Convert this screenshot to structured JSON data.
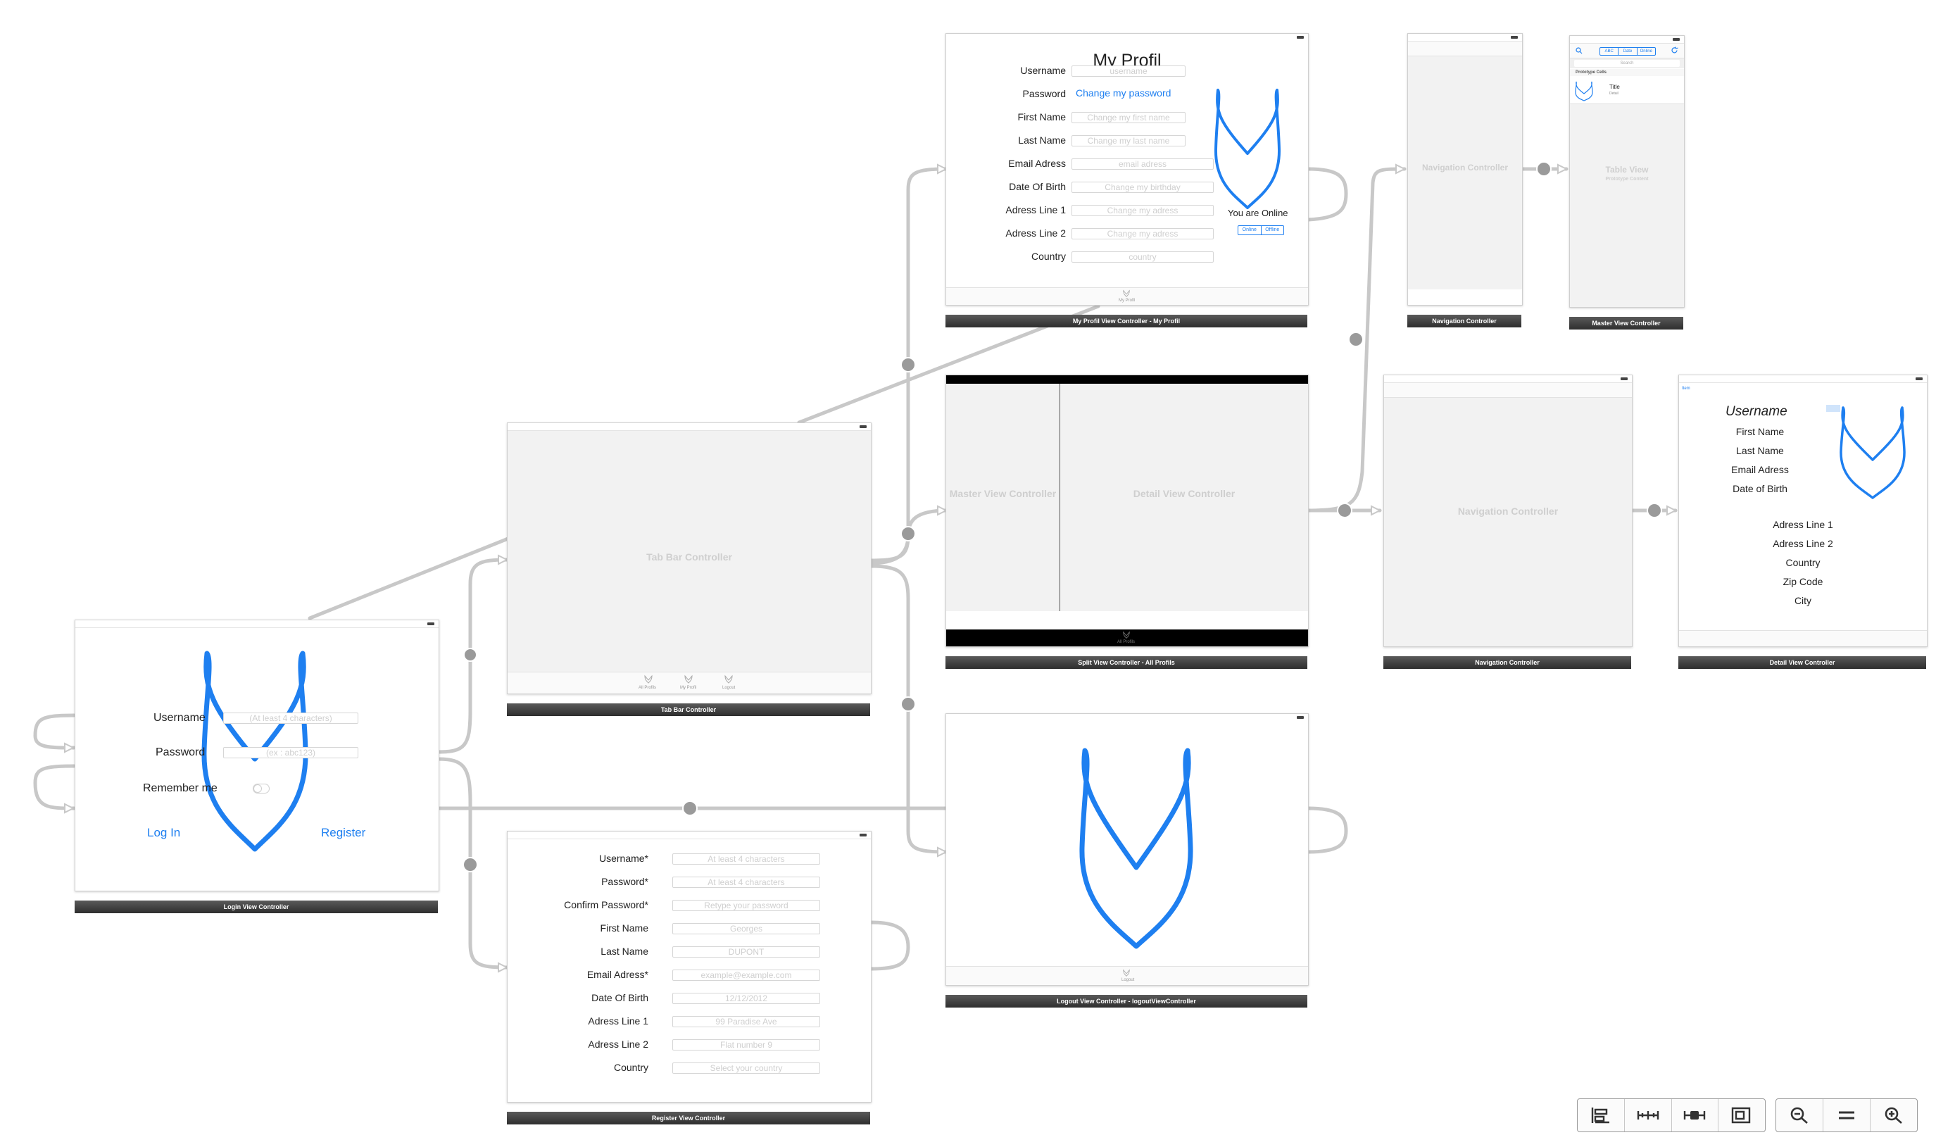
{
  "colors": {
    "accent": "#1e7ff0",
    "canvas": "#ffffff",
    "wire": "#c8c8c8",
    "titlebar": "#3a3a3a"
  },
  "scenes": {
    "login": {
      "title": "Login View Controller",
      "username_label": "Username",
      "username_placeholder": "(At least 4 characters)",
      "password_label": "Password",
      "password_placeholder": "(ex : abc123)",
      "remember_label": "Remember me",
      "login_button": "Log In",
      "register_button": "Register"
    },
    "tabbar": {
      "title": "Tab Bar Controller",
      "ghost": "Tab Bar Controller",
      "items": [
        "All Profils",
        "My Profil",
        "Logout"
      ]
    },
    "register": {
      "title": "Register View Controller",
      "fields": [
        {
          "label": "Username*",
          "placeholder": "At least 4 characters"
        },
        {
          "label": "Password*",
          "placeholder": "At least 4 characters"
        },
        {
          "label": "Confirm Password*",
          "placeholder": "Retype your password"
        },
        {
          "label": "First Name",
          "placeholder": "Georges"
        },
        {
          "label": "Last Name",
          "placeholder": "DUPONT"
        },
        {
          "label": "Email Adress*",
          "placeholder": "example@example.com"
        },
        {
          "label": "Date Of Birth",
          "placeholder": "12/12/2012"
        },
        {
          "label": "Adress Line 1",
          "placeholder": "99 Paradise Ave"
        },
        {
          "label": "Adress Line 2",
          "placeholder": "Flat number 9"
        },
        {
          "label": "Country",
          "placeholder": "Select your country"
        }
      ]
    },
    "profil": {
      "title": "My Profil View Controller - My Profil",
      "heading": "My Profil",
      "change_password": "Change my password",
      "online_text": "You are Online",
      "segments": [
        "Online",
        "Offline"
      ],
      "tab_label": "My Profil",
      "fields": [
        {
          "label": "Username",
          "placeholder": "username"
        },
        {
          "label": "Password",
          "placeholder": ""
        },
        {
          "label": "First Name",
          "placeholder": "Change my first name"
        },
        {
          "label": "Last Name",
          "placeholder": "Change my last name"
        },
        {
          "label": "Email Adress",
          "placeholder": "email adress"
        },
        {
          "label": "Date Of Birth",
          "placeholder": "Change my birthday"
        },
        {
          "label": "Adress Line 1",
          "placeholder": "Change my adress"
        },
        {
          "label": "Adress Line 2",
          "placeholder": "Change my adress"
        },
        {
          "label": "Country",
          "placeholder": "country"
        }
      ]
    },
    "split": {
      "title": "Split View Controller - All Profils",
      "master_ghost": "Master View Controller",
      "detail_ghost": "Detail View Controller",
      "tab_label": "All Profils"
    },
    "logout": {
      "title": "Logout View Controller - logoutViewController",
      "tab_label": "Logout"
    },
    "nav_top": {
      "title": "Navigation Controller",
      "ghost": "Navigation Controller"
    },
    "nav_mid": {
      "title": "Navigation Controller",
      "ghost": "Navigation Controller"
    },
    "master": {
      "title": "Master View Controller",
      "segments": [
        "ABC",
        "Date",
        "Online"
      ],
      "search": "Search",
      "section": "Prototype Cells",
      "cell_title": "Title",
      "cell_detail": "Detail",
      "ghost": "Table View",
      "ghost_sub": "Prototype Content"
    },
    "detail": {
      "title": "Detail View Controller",
      "back": "Item",
      "username": "Username",
      "fields_left": [
        "First Name",
        "Last Name",
        "Email Adress",
        "Date of Birth"
      ],
      "fields_center": [
        "Adress Line 1",
        "Adress Line 2",
        "Country",
        "Zip Code",
        "City"
      ]
    }
  },
  "toolbar": {
    "left": [
      "align-icon",
      "pin-icon",
      "resolve-icon",
      "resize-icon"
    ],
    "right": [
      "zoom-out-icon",
      "zoom-fit-icon",
      "zoom-in-icon"
    ]
  }
}
